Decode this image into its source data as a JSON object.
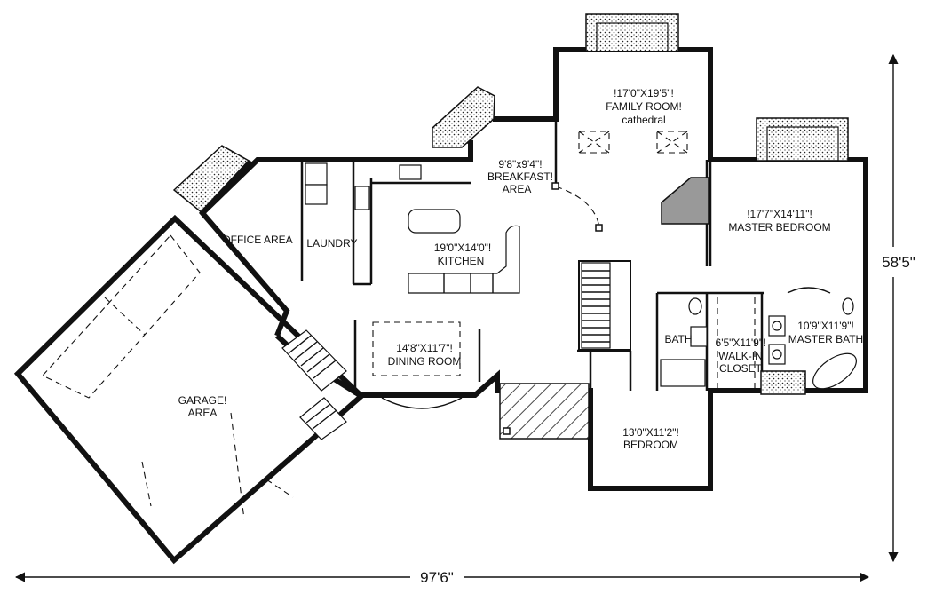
{
  "rooms": {
    "family_room": {
      "dims": "!17'0\"X19'5\"!",
      "name": "FAMILY ROOM!",
      "note": "cathedral"
    },
    "breakfast": {
      "dims": "9'8\"x9'4\"!",
      "name": "BREAKFAST!",
      "name2": "AREA"
    },
    "master_bedroom": {
      "dims": "!17'7\"X14'11\"!",
      "name": "MASTER BEDROOM"
    },
    "office": {
      "name": "OFFICE AREA"
    },
    "laundry": {
      "name": "LAUNDRY"
    },
    "kitchen": {
      "dims": "19'0\"X14'0\"!",
      "name": "KITCHEN"
    },
    "dining": {
      "dims": "14'8\"X11'7\"!",
      "name": "DINING ROOM"
    },
    "bath": {
      "name": "BATH"
    },
    "walk_in_closet": {
      "dims": "6'5\"X11'9\"!",
      "name": "WALK-IN",
      "name2": "CLOSET"
    },
    "master_bath": {
      "dims": "10'9\"X11'9\"!",
      "name": "MASTER BATH"
    },
    "garage": {
      "name": "GARAGE!",
      "name2": "AREA"
    },
    "bedroom": {
      "dims": "13'0\"X11'2\"!",
      "name": "BEDROOM"
    }
  },
  "dimensions": {
    "width": "97'6\"",
    "depth": "58'5\""
  }
}
